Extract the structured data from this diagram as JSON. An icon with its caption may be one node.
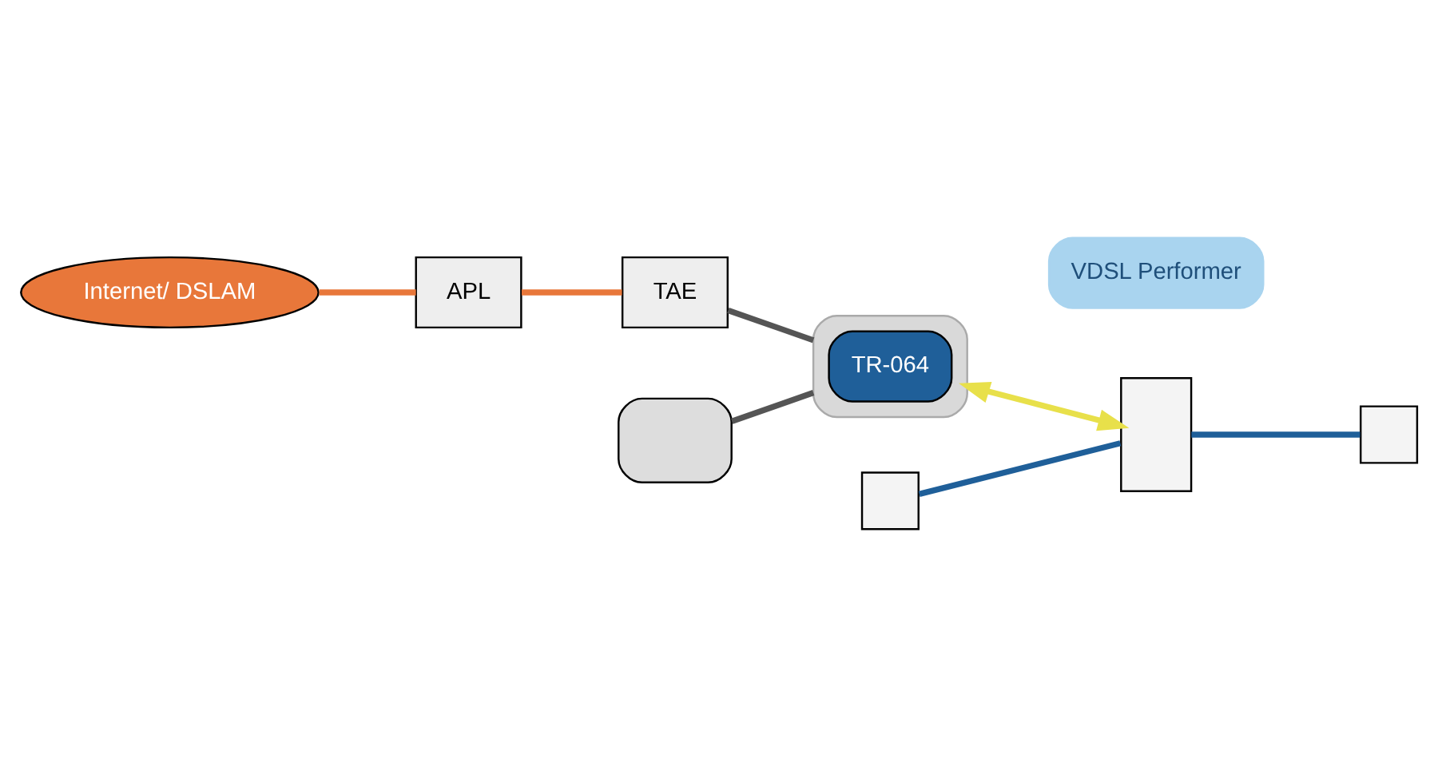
{
  "diagram": {
    "nodes": [
      {
        "text": [
          "Internet/ DSLAM"
        ]
      },
      {
        "text": [
          "APL"
        ]
      },
      {
        "text": [
          "TAE"
        ]
      },
      {
        "text": [],
        "shape": "box"
      },
      {
        "text": [
          "TR-064"
        ],
        "in": 3
      },
      {
        "text": [],
        "shape": "box"
      },
      {
        "text": [],
        "shape": "box"
      },
      {
        "text": [],
        "shape": "box"
      },
      {
        "text": [],
        "shape": "box"
      },
      {
        "text": [
          "VDSL Performer"
        ]
      }
    ],
    "edges": [
      {
        "from": 0,
        "to": 1,
        "arrow": "none",
        "color": "#e8773a"
      },
      {
        "from": 1,
        "to": 2,
        "arrow": "none",
        "color": "#e8773a"
      },
      {
        "from": 2,
        "to": 3,
        "arrow": "none",
        "color": "#555555"
      },
      {
        "from": 5,
        "to": 3,
        "arrow": "none",
        "color": "#555555"
      },
      {
        "from": 3,
        "to": 6,
        "arrow": "both",
        "color": "#e8e04a"
      },
      {
        "from": 7,
        "to": 6,
        "arrow": "none",
        "color": "#1f5f99"
      },
      {
        "from": 6,
        "to": 8,
        "arrow": "none",
        "color": "#1f5f99"
      }
    ]
  }
}
